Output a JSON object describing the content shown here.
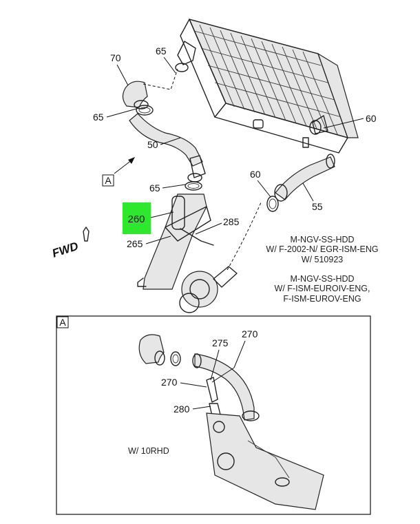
{
  "callouts": {
    "c70": "70",
    "c65_top": "65",
    "c65_left": "65",
    "c50": "50",
    "c65_mid": "65",
    "c60_right": "60",
    "c60_mid": "60",
    "c55": "55",
    "c260": "260",
    "c285": "285",
    "c265": "265",
    "c275": "275",
    "c270_top": "270",
    "c270_left": "270",
    "c280": "280"
  },
  "view_marker": "A",
  "detail_marker": "A",
  "fwd_label": "FWD",
  "notes": {
    "line1": "M-NGV-SS-HDD",
    "line2": "W/ F-2002-N/ EGR-ISM-ENG",
    "line3": "W/ 510923",
    "line4": "M-NGV-SS-HDD",
    "line5": "W/ F-ISM-EUROIV-ENG,",
    "line6": "F-ISM-EUROV-ENG"
  },
  "detail_note": "W/ 10RHD",
  "highlight_color": "#2ee82e"
}
